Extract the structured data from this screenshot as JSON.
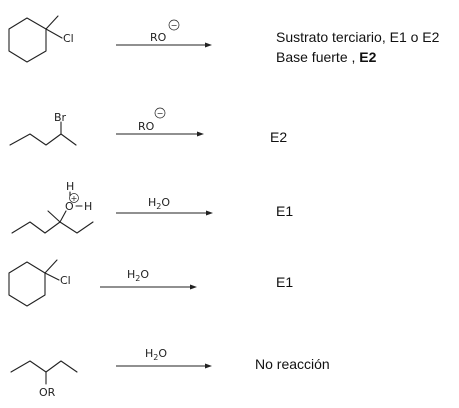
{
  "reactions": [
    {
      "substrate_atoms": {
        "cl": "Cl"
      },
      "reagent": {
        "base": "RO",
        "sub": "",
        "tail": "",
        "charge": "−"
      },
      "result": {
        "line1": "Sustrato terciario, E1 o E2",
        "line2_plain": "Base fuerte , ",
        "line2_bold": "E2"
      }
    },
    {
      "substrate_atoms": {
        "br": "Br"
      },
      "reagent": {
        "base": "RO",
        "sub": "",
        "tail": "",
        "charge": "−"
      },
      "result": {
        "line1": "E2"
      }
    },
    {
      "substrate_atoms": {
        "h_top": "H",
        "o": "O",
        "h_right": "H",
        "plus": "+"
      },
      "reagent": {
        "base": "H",
        "sub": "2",
        "tail": "O",
        "charge": ""
      },
      "result": {
        "line1": "E1"
      }
    },
    {
      "substrate_atoms": {
        "cl": "Cl"
      },
      "reagent": {
        "base": "H",
        "sub": "2",
        "tail": "O",
        "charge": ""
      },
      "result": {
        "line1": "E1"
      }
    },
    {
      "substrate_atoms": {
        "or": "OR"
      },
      "reagent": {
        "base": "H",
        "sub": "2",
        "tail": "O",
        "charge": ""
      },
      "result": {
        "line1": "No reacción"
      }
    }
  ]
}
